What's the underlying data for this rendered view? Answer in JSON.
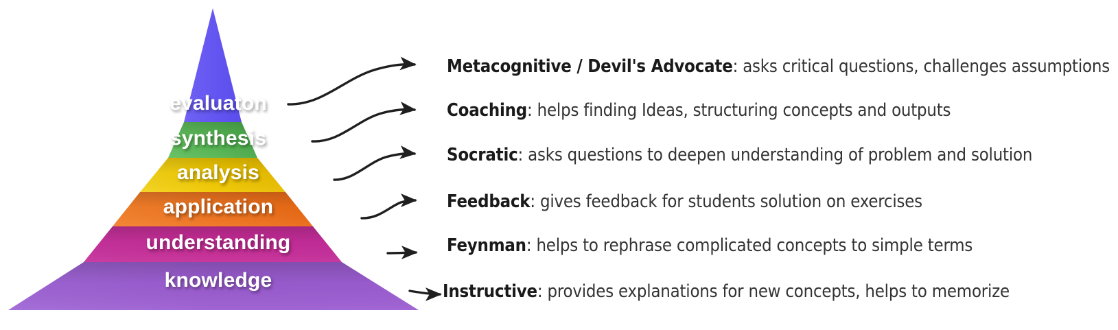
{
  "diagram": {
    "title": "Bloom's Taxonomy Pyramid with AI Tutor Roles",
    "background": "#ffffff"
  },
  "pyramid": {
    "levels": [
      {
        "label": "evaluaton",
        "color": "#6355f0",
        "color_light": "#7b6ff7"
      },
      {
        "label": "synthesis",
        "color": "#55b653",
        "color_light": "#69c367"
      },
      {
        "label": "analysis",
        "color": "#f0c800",
        "color_light": "#f5d71e"
      },
      {
        "label": "application",
        "color": "#f0741f",
        "color_light": "#f68735"
      },
      {
        "label": "understanding",
        "color": "#c72c96",
        "color_light": "#d043a8"
      },
      {
        "label": "knowledge",
        "color": "#9b5cd0",
        "color_light": "#a971db"
      }
    ]
  },
  "annotations": [
    {
      "role": "Metacognitive / Devil's Advocate",
      "separator": ": ",
      "description": "asks critical questions, challenges assumptions",
      "arrow": "arrow-to-evaluaton"
    },
    {
      "role": "Coaching",
      "separator": ": ",
      "description": "helps finding Ideas, structuring concepts and outputs",
      "arrow": "arrow-to-synthesis"
    },
    {
      "role": "Socratic",
      "separator": ": ",
      "description": "asks questions to deepen understanding of problem and solution",
      "arrow": "arrow-to-analysis"
    },
    {
      "role": "Feedback",
      "separator": ": ",
      "description": "gives feedback for students solution on exercises",
      "arrow": "arrow-to-application"
    },
    {
      "role": "Feynman",
      "separator": ": ",
      "description": "helps to rephrase complicated concepts to simple terms",
      "arrow": "arrow-to-understanding"
    },
    {
      "role": "Instructive",
      "separator": ": ",
      "description": "provides explanations for new concepts, helps to memorize",
      "arrow": "arrow-to-knowledge"
    }
  ]
}
